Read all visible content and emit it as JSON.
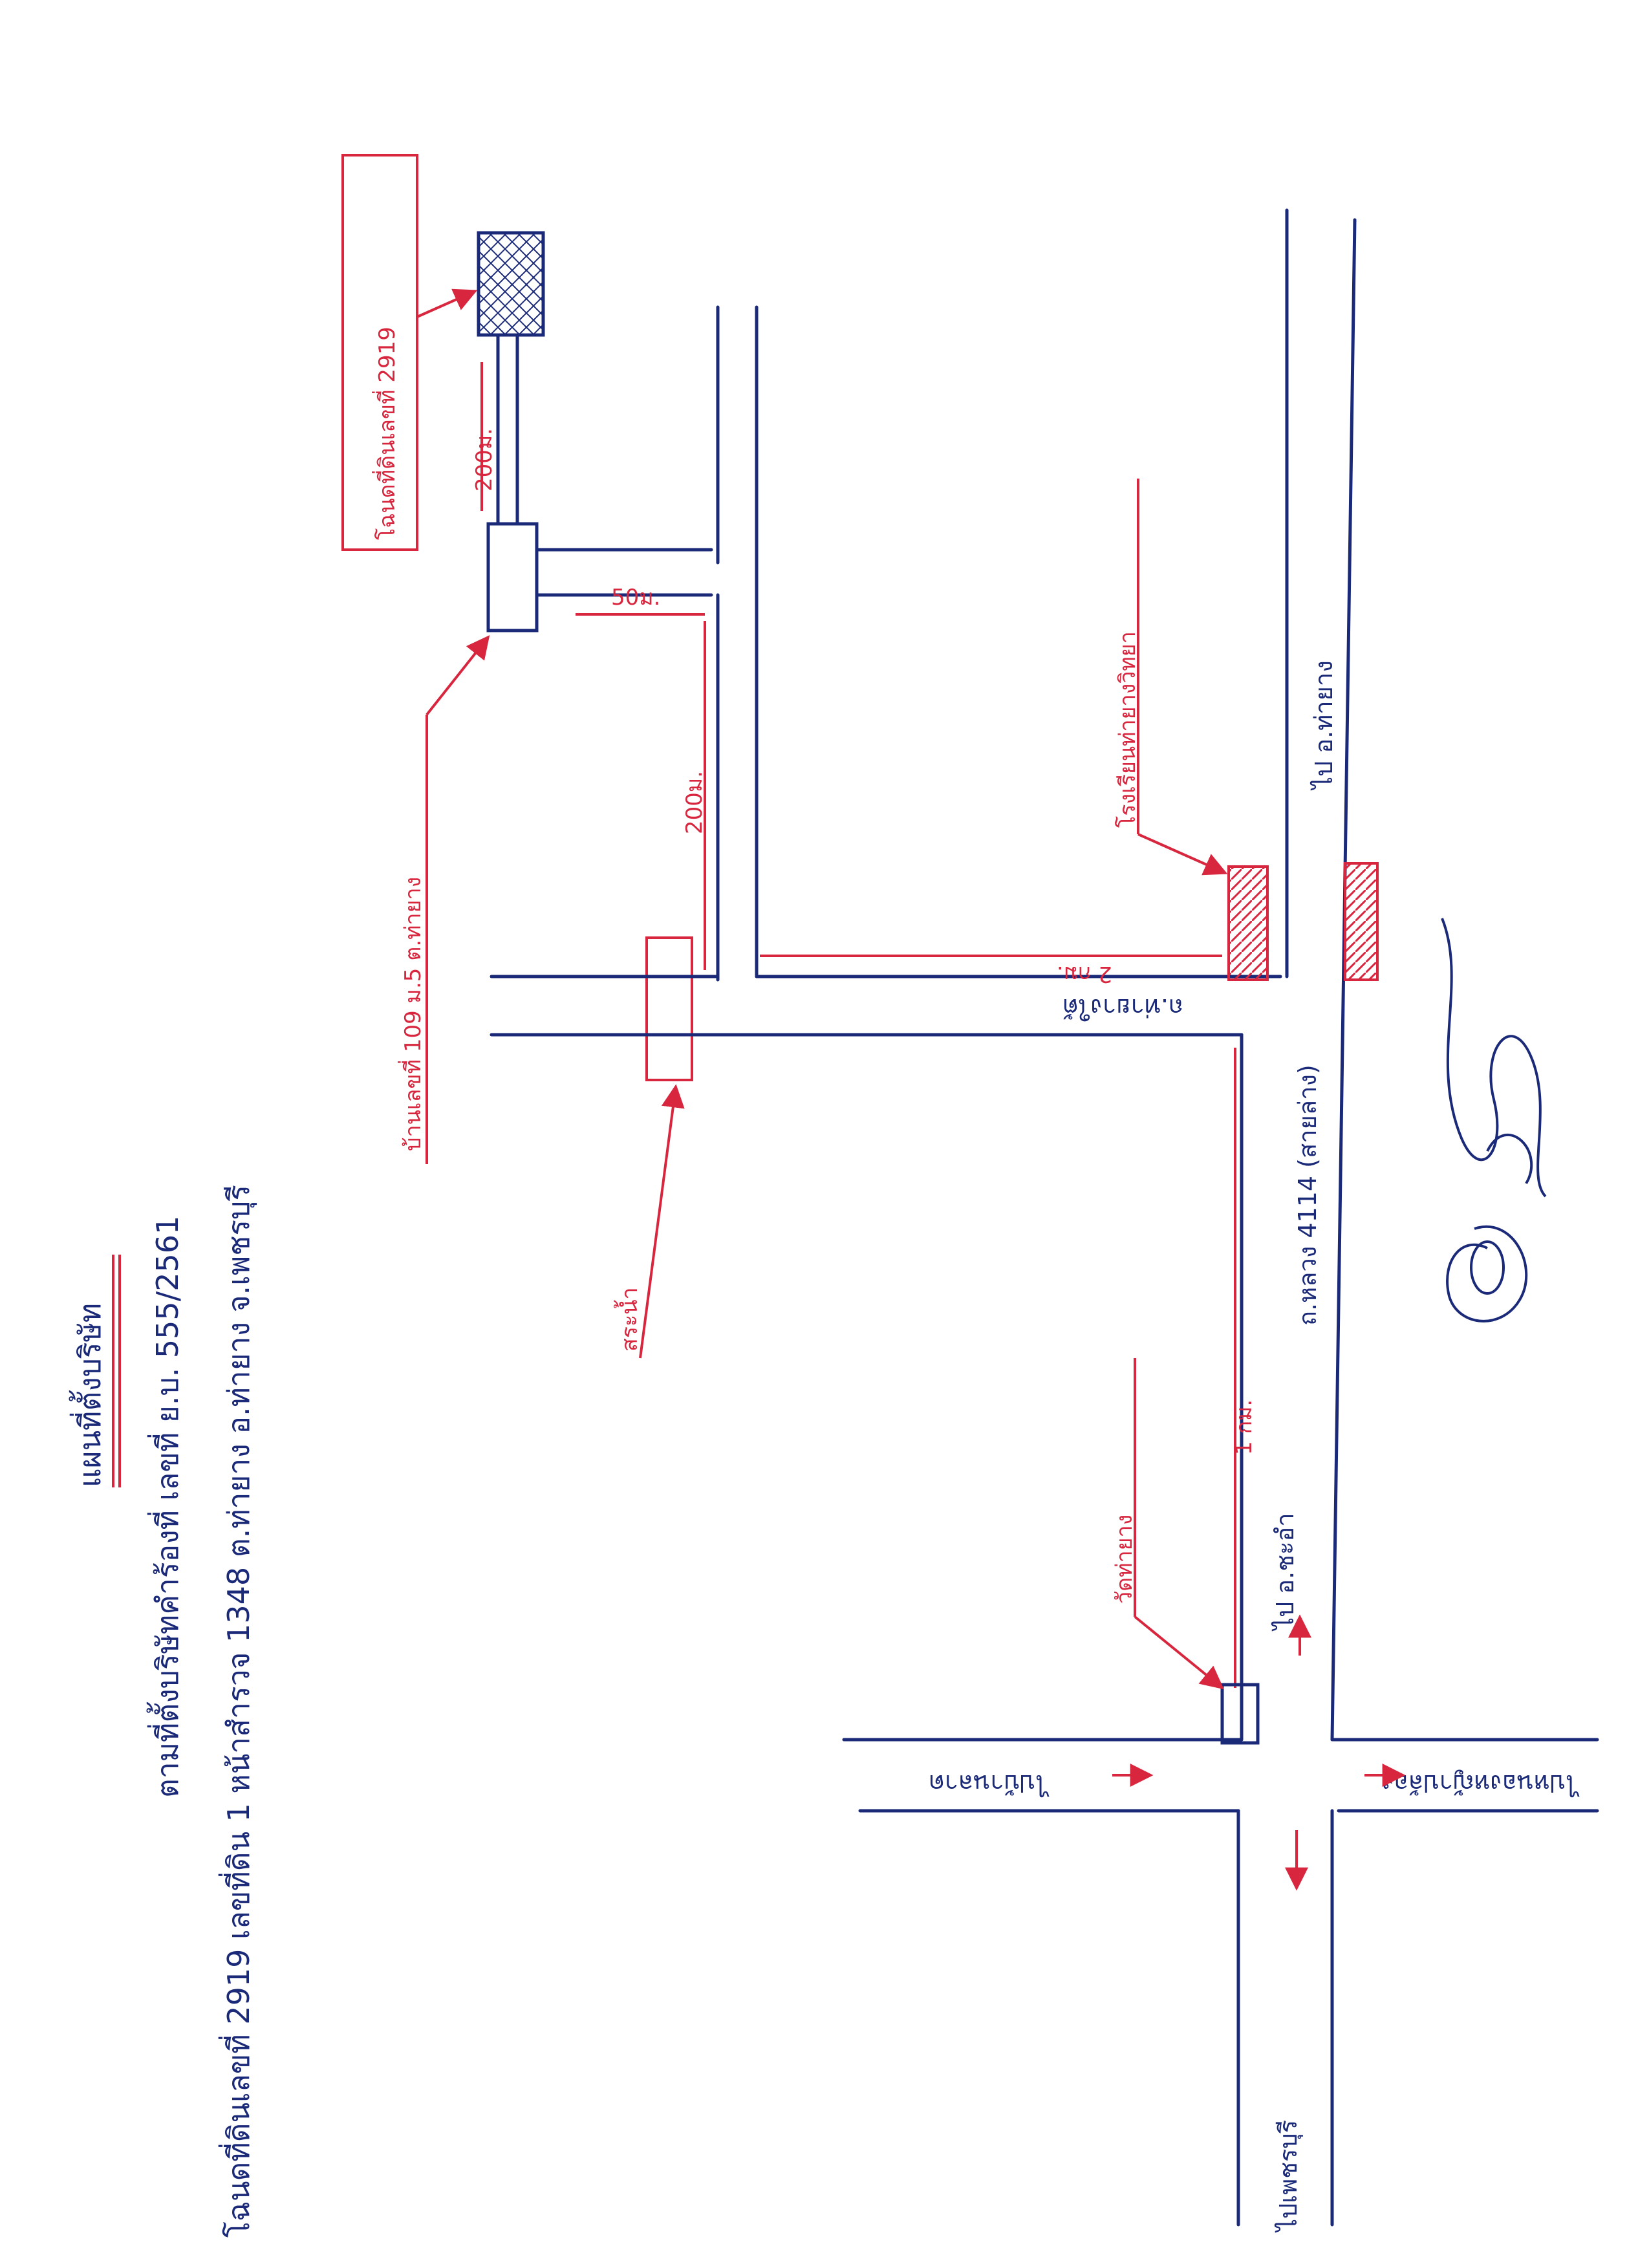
{
  "header": {
    "title": "แผนที่ตั้งบริษัท",
    "line1": "ตามที่ตั้งบริษัทคำร้องที่ เลขที่ ย.บ. 555/2561",
    "line2": "โฉนดที่ดินเลขที่ 2919 เลขที่ดิน 1 หน้าสำรวจ 1348 ต.ท่ายาง อ.ท่ายาง จ.เพชรบุรี"
  },
  "labels": {
    "deed_box": "โฉนดที่ดินเลขที่ 2919",
    "house": "บ้านเลขที่ 109 ม.5 ต.ท่ายาง",
    "dist_200_top": "200ม.",
    "dist_50": "50ม.",
    "dist_200_mid": "200ม.",
    "dist_2km": "2 กม.",
    "dist_1km": "1 กม.",
    "sub_road": "ถ.ท่ายางใต้",
    "school": "โรงเรียนท่ายางวิทยา",
    "pond": "สระน้ำ",
    "temple": "วัดท่ายาง",
    "main_road": "ถ.หลวง 4114 (สายล่าง)",
    "to_a": "ไป อ.ท่ายาง",
    "to_b": "ไป อ.ชะอำ",
    "to_c": "ไปบ้านลาด",
    "to_d": "ไปหนองหญ้าปล้อง",
    "to_e": "ไปเพชรบุรี"
  }
}
